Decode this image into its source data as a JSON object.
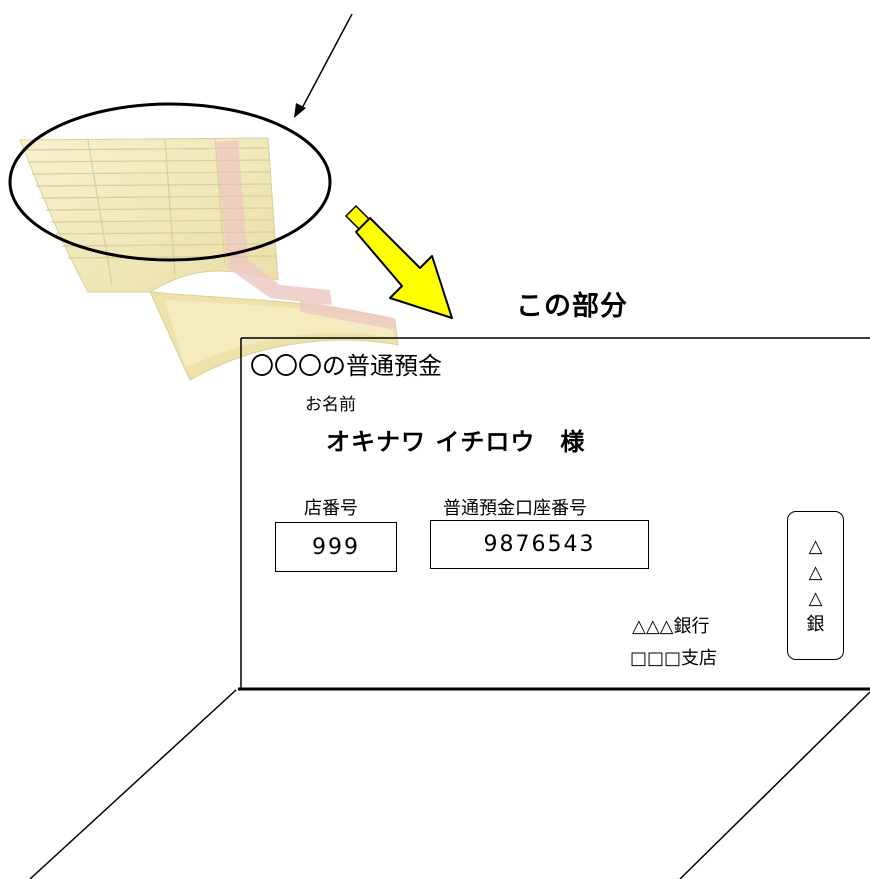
{
  "callout": {
    "label": "この部分"
  },
  "card": {
    "title": "〇〇〇の普通預金",
    "name_label": "お名前",
    "holder_name": "オキナワ イチロウ　様",
    "branch_number_label": "店番号",
    "branch_number": "999",
    "account_number_label": "普通預金口座番号",
    "account_number": "9876543",
    "bank_name": "△△△銀行",
    "branch_name": "□□□支店",
    "seal_chars": [
      "△",
      "△",
      "△",
      "銀"
    ]
  },
  "colors": {
    "passbook_paper": "#f3ecc2",
    "passbook_lines": "#d8cf9a",
    "passbook_pink_band": "#eec9c3",
    "arrow_fill": "#ffff00",
    "stroke": "#000000"
  }
}
